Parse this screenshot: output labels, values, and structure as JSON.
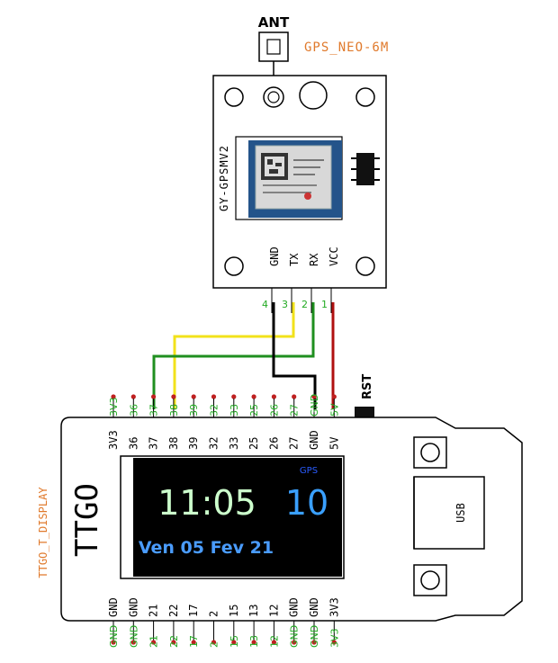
{
  "antenna": {
    "label": "ANT"
  },
  "gps_module": {
    "title": "GPS_NEO-6M",
    "board_label": "GY-GPSMV2",
    "pins": [
      {
        "label": "GND",
        "number": "4"
      },
      {
        "label": "TX",
        "number": "3"
      },
      {
        "label": "RX",
        "number": "2"
      },
      {
        "label": "VCC",
        "number": "1"
      }
    ]
  },
  "rst_label": "RST",
  "ttgo": {
    "label": "TTGO_T_DISPLAY",
    "logo": "TTGO",
    "usb_label": "USB",
    "top_pin_labels": [
      "3V3",
      "36",
      "37",
      "38",
      "39",
      "32",
      "33",
      "25",
      "26",
      "27",
      "GND",
      "5V"
    ],
    "top_pin_tags": [
      "3V3",
      "36",
      "37",
      "38",
      "39",
      "32",
      "33",
      "25",
      "26",
      "27",
      "GND",
      "5V"
    ],
    "bottom_pin_labels": [
      "GND",
      "GND",
      "21",
      "22",
      "17",
      "2",
      "15",
      "13",
      "12",
      "GND",
      "GND",
      "3V3"
    ],
    "bottom_pin_tags": [
      "GND",
      "GND",
      "21",
      "22",
      "17",
      "2",
      "15",
      "13",
      "12",
      "GND",
      "GND",
      "3V3"
    ]
  },
  "screen": {
    "gps_label": "GPS",
    "time": "11:05",
    "satellites": "10",
    "date": "Ven 05 Fev 21"
  },
  "colors": {
    "orange_label": "#e07a2c",
    "pin_green": "#22aa22",
    "wire_yellow": "#f2e21a",
    "wire_green": "#1f8f1f",
    "wire_black": "#000000",
    "wire_red": "#b01010",
    "screen_time": "#ccffcc",
    "screen_sats": "#3aa0ff",
    "screen_date": "#4a9cff"
  }
}
